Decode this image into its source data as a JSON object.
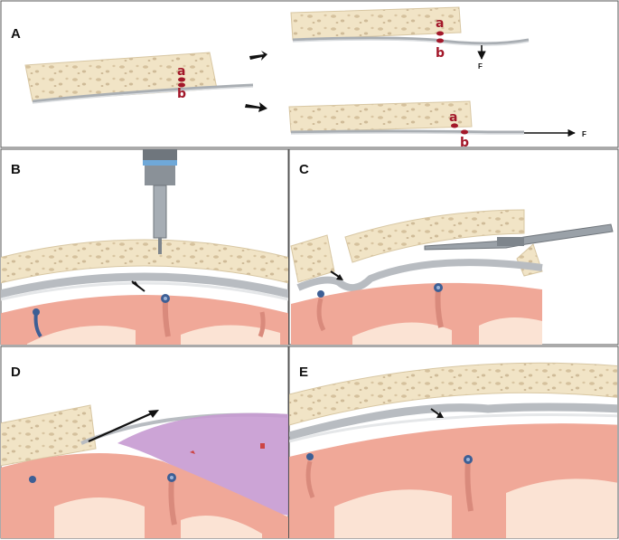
{
  "panels": {
    "a": {
      "letter": "A",
      "labels": {
        "left_a": "a",
        "left_b": "b",
        "top_a": "a",
        "top_b": "b",
        "top_force": "F",
        "bottom_a": "a",
        "bottom_b": "b",
        "bottom_force": "F"
      }
    },
    "b": {
      "letter": "B"
    },
    "c": {
      "letter": "C"
    },
    "d": {
      "letter": "D"
    },
    "e": {
      "letter": "E"
    }
  },
  "colors": {
    "bone": "#f1e4c6",
    "bone_pore": "#c9b28c",
    "dura": "#c7cbcf",
    "cord_pink": "#f0a898",
    "cord_white": "#fbe3d4",
    "vessel_blue": "#3d5f95",
    "hematoma": "#c79ad1",
    "marker_red": "#a3182a",
    "border": "#555555"
  }
}
